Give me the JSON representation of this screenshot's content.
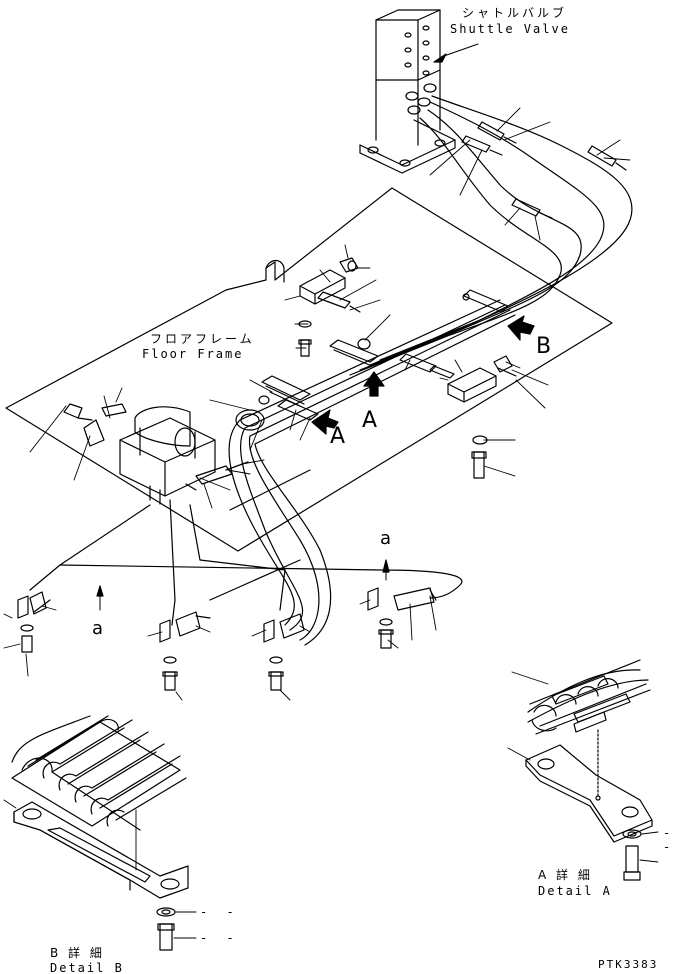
{
  "labels": {
    "shuttle_valve_jp": "シャトルバルブ",
    "shuttle_valve_en": "Shuttle Valve",
    "floor_frame_jp": "フロアフレーム",
    "floor_frame_en": "Floor Frame",
    "detail_a_jp": "A 詳 細",
    "detail_a_en": "Detail A",
    "detail_b_jp": "B 詳 細",
    "detail_b_en": "Detail B",
    "part_code": "PTK3383"
  },
  "markers": {
    "view_a": "A",
    "view_b": "B",
    "ref_a": "a"
  },
  "dashes": "- -"
}
